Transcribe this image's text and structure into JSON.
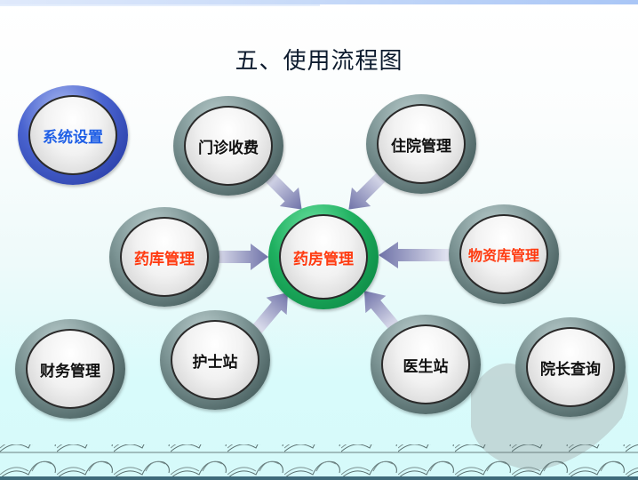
{
  "title": "五、使用流程图",
  "nodes": {
    "system_settings": "系统设置",
    "outpatient_billing": "门诊收费",
    "inpatient_management": "住院管理",
    "drug_warehouse": "药库管理",
    "pharmacy": "药房管理",
    "materials_warehouse": "物资库管理",
    "finance": "财务管理",
    "nurse_station": "护士站",
    "doctor_station": "医生站",
    "director_query": "院长查询"
  },
  "colors": {
    "highlight_text": "#ff3a10",
    "settings_text": "#1f5fe6",
    "center_ring": "#1fb060",
    "settings_ring": "#2a3fa8",
    "arrow": "#8a8cb8"
  }
}
